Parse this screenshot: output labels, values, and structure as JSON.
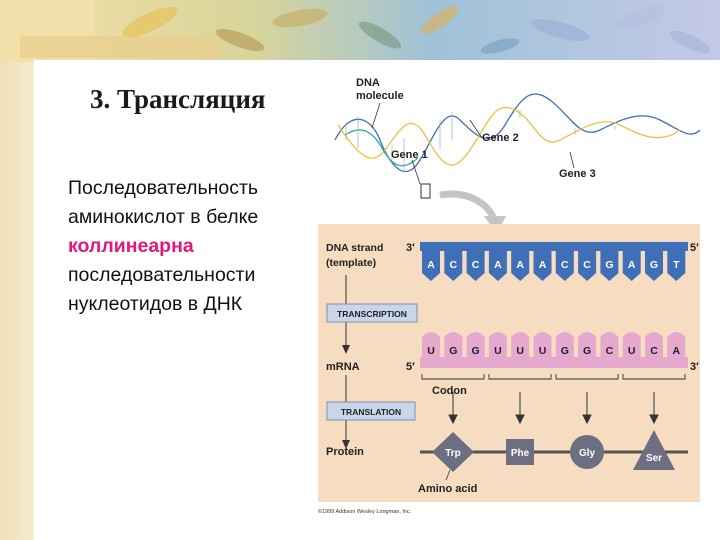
{
  "slide": {
    "title": "3. Трансляция",
    "body_lines": [
      "Последовательность",
      "аминокислот в белке",
      "коллинеарна",
      "последовательности",
      "нуклеотидов в  ДНК"
    ],
    "highlight_color": "#e0197d"
  },
  "diagram": {
    "dna_molecule_label_1": "DNA",
    "dna_molecule_label_2": "molecule",
    "gene_labels": [
      "Gene 1",
      "Gene 2",
      "Gene 3"
    ],
    "dna_strand_label_1": "DNA strand",
    "dna_strand_label_2": "(template)",
    "three_prime": "3′",
    "five_prime": "5′",
    "dna_bases": [
      "A",
      "C",
      "C",
      "A",
      "A",
      "A",
      "C",
      "C",
      "G",
      "A",
      "G",
      "T"
    ],
    "transcription": "TRANSCRIPTION",
    "mrna_label": "mRNA",
    "mrna_bases": [
      "U",
      "G",
      "G",
      "U",
      "U",
      "U",
      "G",
      "G",
      "C",
      "U",
      "C",
      "A"
    ],
    "codon_label": "Codon",
    "translation": "TRANSLATION",
    "protein_label": "Protein",
    "amino_acids": [
      "Trp",
      "Phe",
      "Gly",
      "Ser"
    ],
    "amino_acid_label": "Amino acid",
    "copyright": "©1999 Addison Wesley Longman, Inc.",
    "colors": {
      "panel": "#f6dcc0",
      "dna_strand": "#3f6fb6",
      "mrna_strand": "#e6a8cf",
      "process_box": "#c9d6ea",
      "amino_acid": "#6e6e82"
    }
  }
}
